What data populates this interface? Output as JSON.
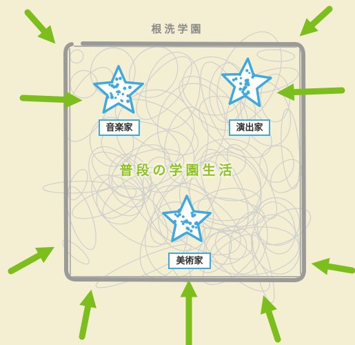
{
  "diagram": {
    "school_name": "根洗学園",
    "center_label": "普段の学園生活",
    "roles": [
      {
        "label": "音楽家"
      },
      {
        "label": "演出家"
      },
      {
        "label": "美術家"
      }
    ],
    "colors": {
      "background": "#f4eed3",
      "frame": "#9a9a98",
      "scribble": "#c9c9c7",
      "arrow": "#7cbe1c",
      "star_fill": "#ffffff",
      "star_outline": "#3fa9dd",
      "label_text": "#8dc21f"
    }
  }
}
